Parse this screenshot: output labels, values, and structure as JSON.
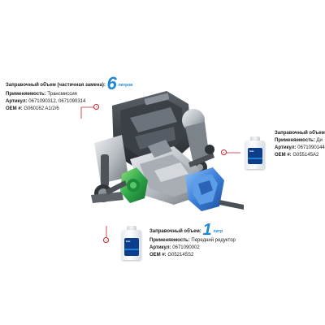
{
  "block_top": {
    "volume_label": "Заправочный объем (частичная замена):",
    "volume_number": "6",
    "volume_unit": "литров",
    "applicability_label": "Применяемость:",
    "applicability_value": "Трансмиссия",
    "article_label": "Артикул:",
    "article_value": "0671090312, 0671090314",
    "oem_label": "OEM #:",
    "oem_value": "G060162 A1/2/6"
  },
  "block_right": {
    "volume_label": "Заправочный объем",
    "applicability_label": "Применяемость:",
    "applicability_value": "Ди",
    "article_label": "Артикул:",
    "article_value": "0671090144",
    "oem_label": "OEM #:",
    "oem_value": "G055145A2"
  },
  "block_bottom": {
    "volume_label": "Заправочный объем:",
    "volume_number": "1",
    "volume_unit": "литр",
    "applicability_label": "Применяемость:",
    "applicability_value": "Передний редуктор",
    "article_label": "Артикул:",
    "article_value": "0671090002",
    "oem_label": "OEM #:",
    "oem_value": "G052145S2"
  },
  "bottle_brand": "febi",
  "colors": {
    "accent_blue": "#1e88d8",
    "callout_red": "#c0232c",
    "transmission_blue": "#3b7fd9",
    "differential_green": "#2fa84a"
  }
}
